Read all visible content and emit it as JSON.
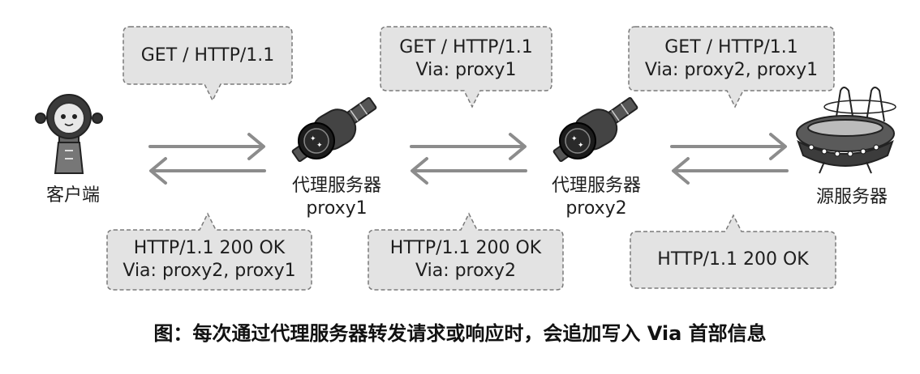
{
  "requests": [
    {
      "lines": [
        "GET / HTTP/1.1"
      ]
    },
    {
      "lines": [
        "GET / HTTP/1.1",
        "Via: proxy1"
      ]
    },
    {
      "lines": [
        "GET / HTTP/1.1",
        "Via: proxy2, proxy1"
      ]
    }
  ],
  "responses": [
    {
      "lines": [
        "HTTP/1.1 200 OK",
        "Via: proxy2, proxy1"
      ]
    },
    {
      "lines": [
        "HTTP/1.1 200 OK",
        "Via: proxy2"
      ]
    },
    {
      "lines": [
        "HTTP/1.1 200 OK"
      ]
    }
  ],
  "nodes": {
    "client": {
      "label": "客户端",
      "icon": "robot-client-icon"
    },
    "proxy1": {
      "label": "代理服务器",
      "name": "proxy1",
      "icon": "satellite-proxy-icon"
    },
    "proxy2": {
      "label": "代理服务器",
      "name": "proxy2",
      "icon": "satellite-proxy-icon"
    },
    "origin": {
      "label": "源服务器",
      "icon": "ufo-server-icon"
    }
  },
  "caption": "图：每次通过代理服务器转发请求或响应时，会追加写入 Via 首部信息",
  "colors": {
    "bubble_fill": "#e3e3e3",
    "bubble_stroke": "#7a7a7a",
    "arrow": "#8c8c8c"
  }
}
